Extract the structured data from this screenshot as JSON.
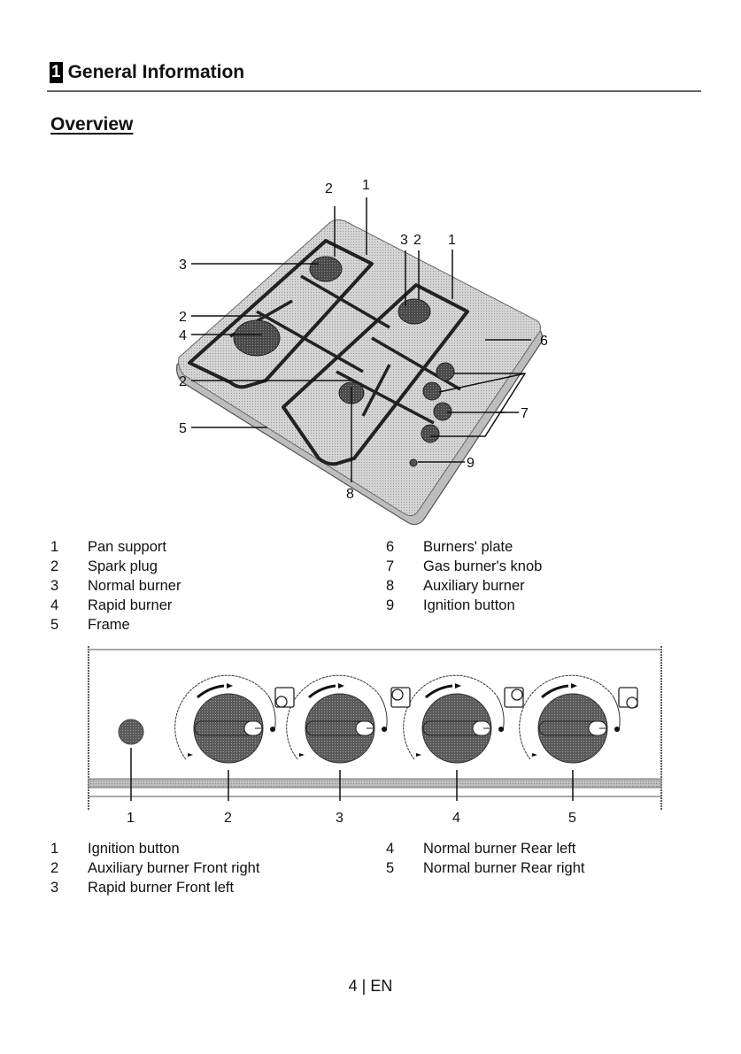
{
  "header": {
    "chapter_number": "1",
    "chapter_title": "General Information",
    "section_title": "Overview"
  },
  "hob_figure": {
    "callouts": {
      "top_left_2": "2",
      "top_left_1": "1",
      "top_right_3": "3",
      "top_right_2": "2",
      "top_right_1": "1",
      "left_3": "3",
      "left_2a": "2",
      "left_4": "4",
      "left_2b": "2",
      "left_5": "5",
      "right_6": "6",
      "right_7": "7",
      "right_9": "9",
      "bottom_8": "8"
    }
  },
  "parts_legend": [
    {
      "num": "1",
      "label": "Pan support"
    },
    {
      "num": "2",
      "label": "Spark plug"
    },
    {
      "num": "3",
      "label": "Normal burner"
    },
    {
      "num": "4",
      "label": "Rapid burner"
    },
    {
      "num": "5",
      "label": "Frame"
    },
    {
      "num": "6",
      "label": "Burners' plate"
    },
    {
      "num": "7",
      "label": "Gas burner's knob"
    },
    {
      "num": "8",
      "label": "Auxiliary burner"
    },
    {
      "num": "9",
      "label": "Ignition button"
    }
  ],
  "panel_figure": {
    "callouts": [
      "1",
      "2",
      "3",
      "4",
      "5"
    ],
    "knob_symbols": [
      "burner-position-front-right-icon",
      "burner-position-front-left-icon",
      "burner-position-rear-left-icon",
      "burner-position-rear-right-icon"
    ]
  },
  "controls_legend": [
    {
      "num": "1",
      "label": "Ignition button"
    },
    {
      "num": "2",
      "label": "Auxiliary burner Front right"
    },
    {
      "num": "3",
      "label": "Rapid burner Front left"
    },
    {
      "num": "4",
      "label": "Normal burner Rear left"
    },
    {
      "num": "5",
      "label": "Normal burner Rear right"
    }
  ],
  "footer": {
    "page": "4 | EN"
  }
}
